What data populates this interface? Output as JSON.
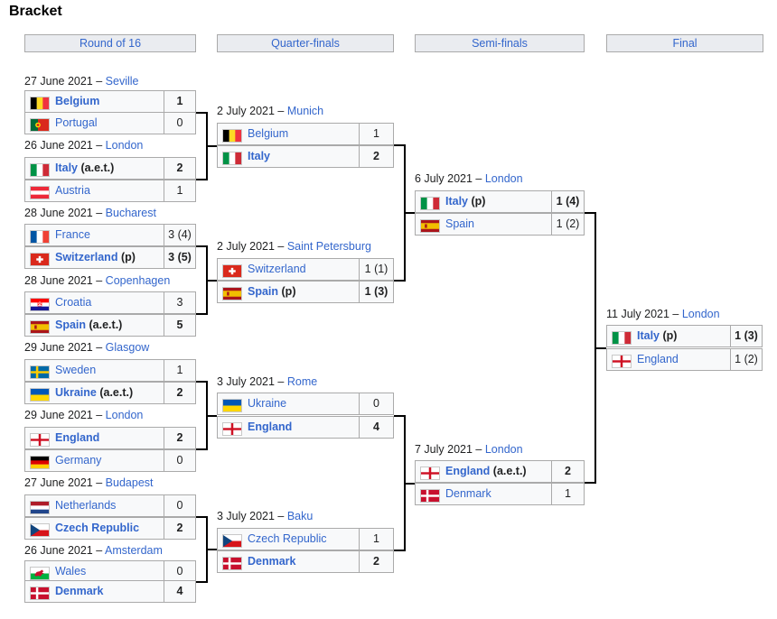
{
  "title": "Bracket",
  "rounds": [
    "Round of 16",
    "Quarter-finals",
    "Semi-finals",
    "Final"
  ],
  "matches": [
    {
      "date": "27 June 2021 – ",
      "venue": "Seville",
      "teams": [
        {
          "name": "Belgium",
          "note": "",
          "score": "1",
          "flag": "belgium",
          "winner": true
        },
        {
          "name": "Portugal",
          "note": "",
          "score": "0",
          "flag": "portugal",
          "winner": false
        }
      ]
    },
    {
      "date": "26 June 2021 – ",
      "venue": "London",
      "teams": [
        {
          "name": "Italy",
          "note": " (a.e.t.)",
          "score": "2",
          "flag": "italy",
          "winner": true
        },
        {
          "name": "Austria",
          "note": "",
          "score": "1",
          "flag": "austria",
          "winner": false
        }
      ]
    },
    {
      "date": "28 June 2021 – ",
      "venue": "Bucharest",
      "teams": [
        {
          "name": "France",
          "note": "",
          "score": "3 (4)",
          "flag": "france",
          "winner": false
        },
        {
          "name": "Switzerland",
          "note": " (p)",
          "score": "3 (5)",
          "flag": "switzerland",
          "winner": true
        }
      ]
    },
    {
      "date": "28 June 2021 – ",
      "venue": "Copenhagen",
      "teams": [
        {
          "name": "Croatia",
          "note": "",
          "score": "3",
          "flag": "croatia",
          "winner": false
        },
        {
          "name": "Spain",
          "note": " (a.e.t.)",
          "score": "5",
          "flag": "spain",
          "winner": true
        }
      ]
    },
    {
      "date": "29 June 2021 – ",
      "venue": "Glasgow",
      "teams": [
        {
          "name": "Sweden",
          "note": "",
          "score": "1",
          "flag": "sweden",
          "winner": false
        },
        {
          "name": "Ukraine",
          "note": " (a.e.t.)",
          "score": "2",
          "flag": "ukraine",
          "winner": true
        }
      ]
    },
    {
      "date": "29 June 2021 – ",
      "venue": "London",
      "teams": [
        {
          "name": "England",
          "note": "",
          "score": "2",
          "flag": "england",
          "winner": true
        },
        {
          "name": "Germany",
          "note": "",
          "score": "0",
          "flag": "germany",
          "winner": false
        }
      ]
    },
    {
      "date": "27 June 2021 – ",
      "venue": "Budapest",
      "teams": [
        {
          "name": "Netherlands",
          "note": "",
          "score": "0",
          "flag": "netherlands",
          "winner": false
        },
        {
          "name": "Czech Republic",
          "note": "",
          "score": "2",
          "flag": "czech",
          "winner": true
        }
      ]
    },
    {
      "date": "26 June 2021 – ",
      "venue": "Amsterdam",
      "teams": [
        {
          "name": "Wales",
          "note": "",
          "score": "0",
          "flag": "wales",
          "winner": false
        },
        {
          "name": "Denmark",
          "note": "",
          "score": "4",
          "flag": "denmark",
          "winner": true
        }
      ]
    },
    {
      "date": "2 July 2021 – ",
      "venue": "Munich",
      "teams": [
        {
          "name": "Belgium",
          "note": "",
          "score": "1",
          "flag": "belgium",
          "winner": false
        },
        {
          "name": "Italy",
          "note": "",
          "score": "2",
          "flag": "italy",
          "winner": true
        }
      ]
    },
    {
      "date": "2 July 2021 – ",
      "venue": "Saint Petersburg",
      "teams": [
        {
          "name": "Switzerland",
          "note": "",
          "score": "1 (1)",
          "flag": "switzerland",
          "winner": false
        },
        {
          "name": "Spain",
          "note": " (p)",
          "score": "1 (3)",
          "flag": "spain",
          "winner": true
        }
      ]
    },
    {
      "date": "3 July 2021 – ",
      "venue": "Rome",
      "teams": [
        {
          "name": "Ukraine",
          "note": "",
          "score": "0",
          "flag": "ukraine",
          "winner": false
        },
        {
          "name": "England",
          "note": "",
          "score": "4",
          "flag": "england",
          "winner": true
        }
      ]
    },
    {
      "date": "3 July 2021 – ",
      "venue": "Baku",
      "teams": [
        {
          "name": "Czech Republic",
          "note": "",
          "score": "1",
          "flag": "czech",
          "winner": false
        },
        {
          "name": "Denmark",
          "note": "",
          "score": "2",
          "flag": "denmark",
          "winner": true
        }
      ]
    },
    {
      "date": "6 July 2021 – ",
      "venue": "London",
      "teams": [
        {
          "name": "Italy",
          "note": " (p)",
          "score": "1 (4)",
          "flag": "italy",
          "winner": true
        },
        {
          "name": "Spain",
          "note": "",
          "score": "1 (2)",
          "flag": "spain",
          "winner": false
        }
      ]
    },
    {
      "date": "7 July 2021 – ",
      "venue": "London",
      "teams": [
        {
          "name": "England",
          "note": " (a.e.t.)",
          "score": "2",
          "flag": "england",
          "winner": true
        },
        {
          "name": "Denmark",
          "note": "",
          "score": "1",
          "flag": "denmark",
          "winner": false
        }
      ]
    },
    {
      "date": "11 July 2021 – ",
      "venue": "London",
      "teams": [
        {
          "name": "Italy",
          "note": " (p)",
          "score": "1 (3)",
          "flag": "italy",
          "winner": true
        },
        {
          "name": "England",
          "note": "",
          "score": "1 (2)",
          "flag": "england",
          "winner": false
        }
      ]
    }
  ],
  "colors": {
    "link": "#3366cc",
    "cell_bg": "#f8f9fa",
    "header_bg": "#eaecf0",
    "border": "#aaaaaa"
  }
}
